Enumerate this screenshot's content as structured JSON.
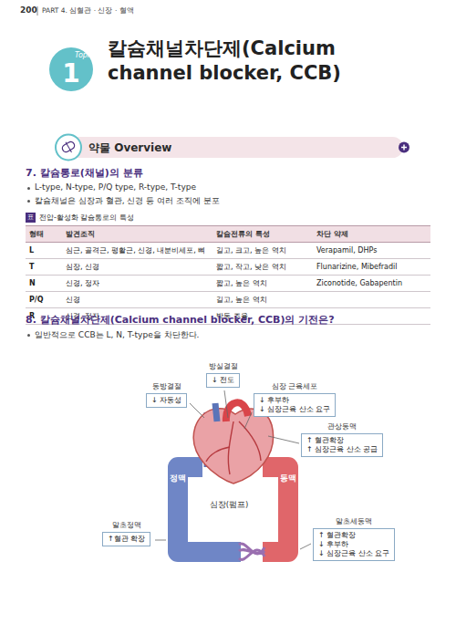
{
  "diagram": {
    "title": "칼슘채널차단제(Calcium channel blocker, CCB)",
    "nodes": [
      {
        "text": [
          "방실결절",
          "↓ 전도"
        ]
      },
      {
        "text": [
          "동방결절",
          "↓ 자동성"
        ]
      },
      {
        "text": [
          "심장 근육세포",
          "↓ 후부하",
          "↓ 심장근육 산소 요구"
        ]
      },
      {
        "text": [
          "관상동맥",
          "↑ 혈관확장",
          "↑ 심장근육 산소 공급"
        ]
      },
      {
        "text": [
          "말초정맥",
          "↑혈관 확장"
        ]
      },
      {
        "text": [
          "말초세동맥",
          "↑ 혈관확장",
          "↓ 후부하",
          "↓ 심장근육 산소 요구"
        ]
      }
    ],
    "labels": [
      "200",
      "PART 4. 심혈관 · 신장 · 혈액",
      "Topic",
      "1",
      "약물 Overview",
      "7. 칼슘통로(채널)의 분류",
      "L-type, N-type, P/Q type, R-type, T-type",
      "칼슘채널은 심장과 혈관, 신경 등 여러 조직에 분포",
      "표",
      "전압-활성화 칼슘통로의 특성",
      "형태",
      "발견조직",
      "칼슘전류의 특성",
      "차단 약제",
      "L",
      "심근, 골격근, 평활근, 신경, 내분비세포, 뼈",
      "길고, 크고, 높은 역치",
      "Verapamil, DHPs",
      "T",
      "심장, 신경",
      "짧고, 작고, 낮은 역치",
      "Flunarizine, Mibefradil",
      "N",
      "신경, 정자",
      "짧고, 높은 역치",
      "Ziconotide, Gabapentin",
      "P/Q",
      "신경",
      "길고, 높은 역치",
      "R",
      "신경, 정자",
      "박동 조율",
      "8. 칼슘채널차단제(Calcium channel blocker, CCB)의 기전은?",
      "일반적으로 CCB는 L, N, T-type을 차단한다.",
      "정맥",
      "동맥",
      "심장(펌프)"
    ]
  }
}
